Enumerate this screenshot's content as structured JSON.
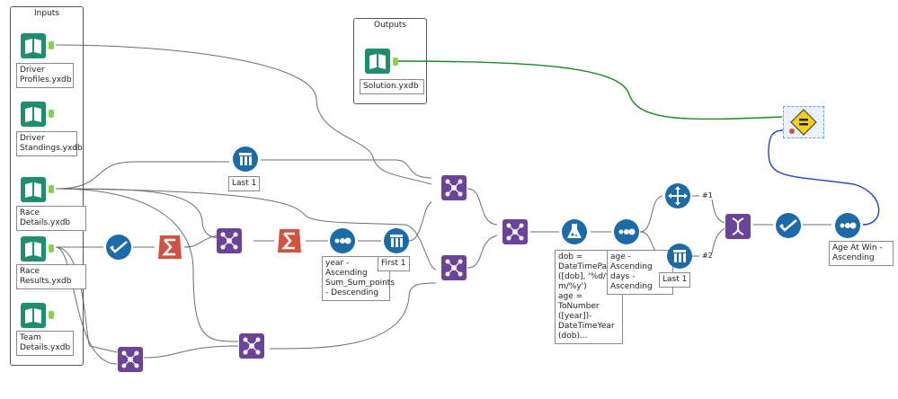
{
  "containers": {
    "inputs": {
      "title": "Inputs"
    },
    "outputs": {
      "title": "Outputs"
    }
  },
  "inputs": {
    "driver_profiles": "Driver\nProfiles.yxdb",
    "driver_standings": "Driver\nStandings.yxdb",
    "race_details": "Race Details.yxdb",
    "race_results": "Race Results.yxdb",
    "team_details": "Team\nDetails.yxdb"
  },
  "outputs": {
    "solution": "Solution.yxdb"
  },
  "annotations": {
    "sample_top": "Last 1",
    "sort_year": "year - Ascending\nSum_Sum_points\n- Descending",
    "sample_first": "First 1",
    "formula": "dob =\nDateTimeParse\n([dob], '%d/%\nm/%y')\nage = ToNumber\n([year])-\nDateTimeYear\n(dob)...",
    "sort_age": "age - Ascending\ndays - Ascending",
    "sample_last": "Last 1",
    "final_sort": "Age At Win -\nAscending"
  },
  "badges": {
    "one": "#1",
    "two": "#2"
  },
  "colors": {
    "input_green": "#1f8e6e",
    "tool_blue": "#1d6aa8",
    "join_purple": "#6b4499",
    "summarize_red": "#d0533f",
    "formula_blue": "#1d6aa8",
    "test_yellow": "#f4d01a",
    "wire_green": "#1a8a22",
    "wire_blue": "#1f3fd0"
  },
  "icons": [
    "book-icon",
    "check-icon",
    "sigma-icon",
    "join-icon",
    "dots-icon",
    "sample-icon",
    "flask-icon",
    "arrows-icon",
    "dna-icon",
    "equal-icon"
  ]
}
